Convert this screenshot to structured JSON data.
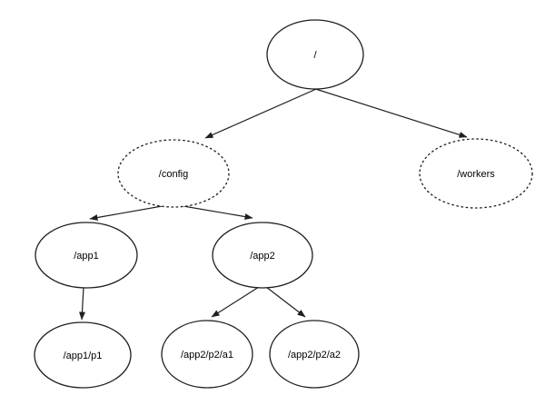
{
  "diagram": {
    "type": "tree",
    "colors": {
      "background": "#ffffff",
      "node_fill": "#ffffff",
      "stroke": "#1f1f1f",
      "text": "#000000"
    },
    "nodes": [
      {
        "id": "root",
        "label": "/",
        "border": "solid"
      },
      {
        "id": "config",
        "label": "/config",
        "border": "dashed"
      },
      {
        "id": "workers",
        "label": "/workers",
        "border": "dashed"
      },
      {
        "id": "app1",
        "label": "/app1",
        "border": "solid"
      },
      {
        "id": "app2",
        "label": "/app2",
        "border": "solid"
      },
      {
        "id": "app1-p1",
        "label": "/app1/p1",
        "border": "solid"
      },
      {
        "id": "app2-p2-a1",
        "label": "/app2/p2/a1",
        "border": "solid"
      },
      {
        "id": "app2-p2-a2",
        "label": "/app2/p2/a2",
        "border": "solid"
      }
    ],
    "edges": [
      {
        "from": "/",
        "to": "/config"
      },
      {
        "from": "/",
        "to": "/workers"
      },
      {
        "from": "/config",
        "to": "/app1"
      },
      {
        "from": "/config",
        "to": "/app2"
      },
      {
        "from": "/app1",
        "to": "/app1/p1"
      },
      {
        "from": "/app2",
        "to": "/app2/p2/a1"
      },
      {
        "from": "/app2",
        "to": "/app2/p2/a2"
      }
    ]
  }
}
